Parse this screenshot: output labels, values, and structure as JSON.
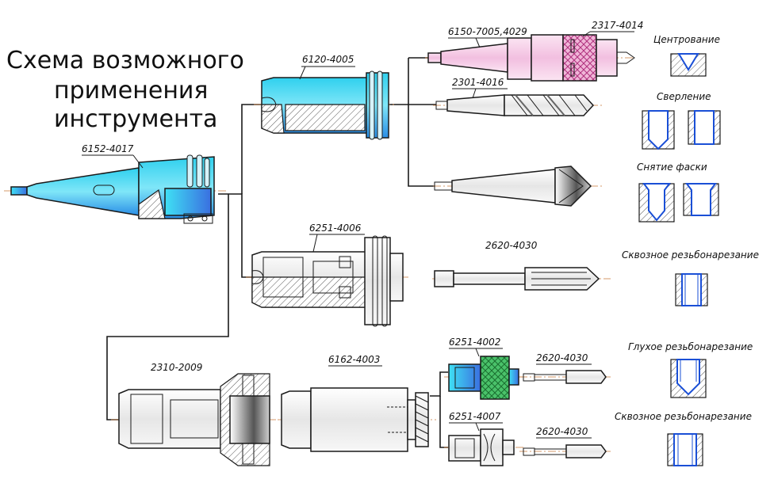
{
  "title": {
    "lines": [
      "Схема возможного",
      "применения",
      "инструмента"
    ]
  },
  "parts": [
    {
      "code": "6152-4017"
    },
    {
      "code": "6120-4005"
    },
    {
      "code": "6150-7005,4029"
    },
    {
      "code": "2317-4014"
    },
    {
      "code": "2301-4016"
    },
    {
      "code": "6251-4006"
    },
    {
      "code": "2620-4030"
    },
    {
      "code": "2310-2009"
    },
    {
      "code": "6162-4003"
    },
    {
      "code": "6251-4002"
    },
    {
      "code": "2620-4030"
    },
    {
      "code": "6251-4007"
    },
    {
      "code": "2620-4030"
    }
  ],
  "operations": [
    {
      "label": "Центрование"
    },
    {
      "label": "Сверление"
    },
    {
      "label": "Снятие фаски"
    },
    {
      "label": "Сквозное резьбонарезание"
    },
    {
      "label": "Глухое резьбонарезание"
    },
    {
      "label": "Сквозное резьбонарезание"
    }
  ],
  "colors": {
    "cyan": "#1ec8e8",
    "blue": "#3a7be0",
    "pink": "#f4c8e4",
    "magenta": "#cc44aa",
    "green": "#2aa84a",
    "hole_blue": "#1a4fd6"
  }
}
